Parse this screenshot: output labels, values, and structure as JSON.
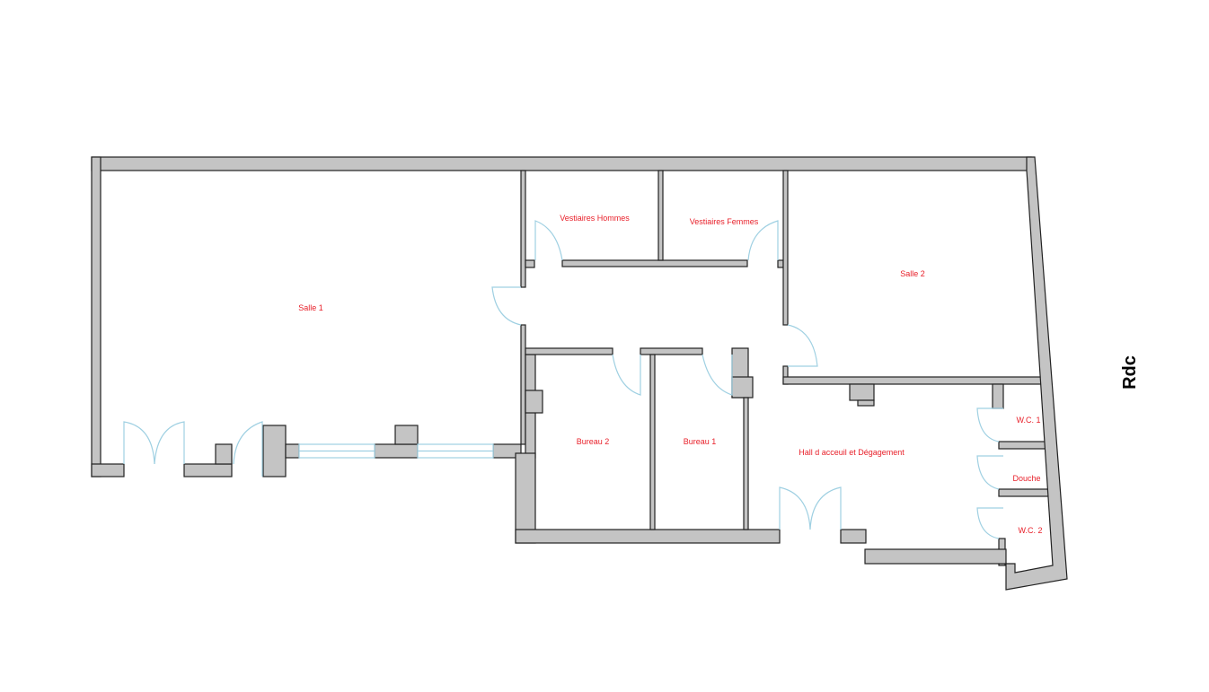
{
  "plan": {
    "level": "Rdc",
    "rooms": {
      "salle1": "Salle 1",
      "salle2": "Salle 2",
      "vestiaires_hommes": "Vestiaires Hommes",
      "vestiaires_femmes": "Vestiaires Femmes",
      "bureau1": "Bureau 1",
      "bureau2": "Bureau 2",
      "hall": "Hall d acceuil et Dégagement",
      "wc1": "W.C. 1",
      "douche": "Douche",
      "wc2": "W.C. 2"
    }
  },
  "colors": {
    "wall": "#c4c4c4",
    "door": "#9fd0e2",
    "label": "#e8202a"
  }
}
